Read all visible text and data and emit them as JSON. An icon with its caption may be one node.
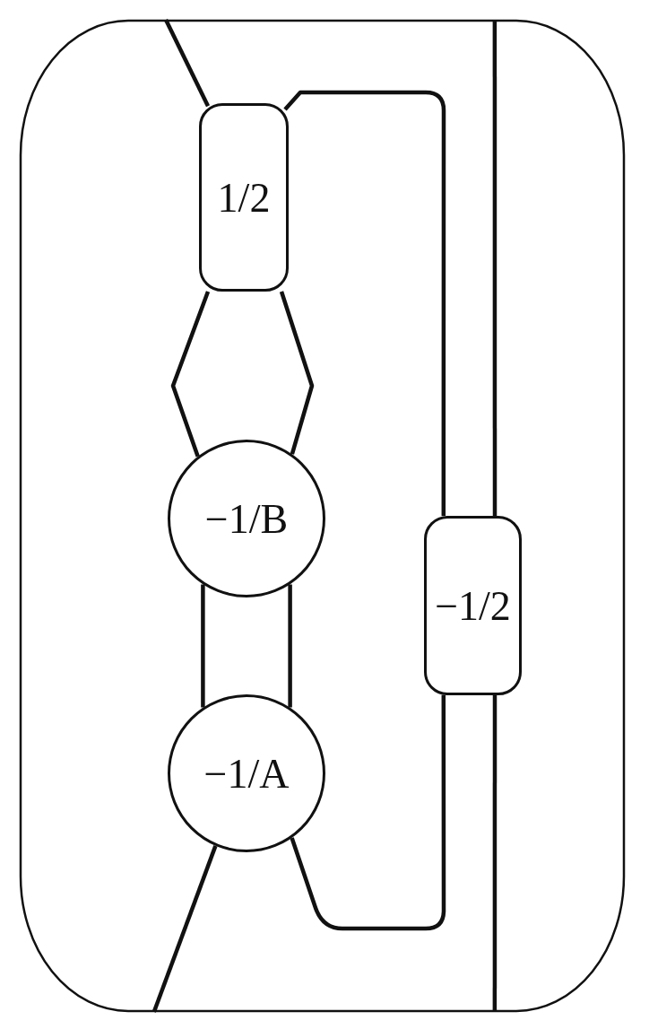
{
  "diagram": {
    "nodes": [
      {
        "text": [],
        "shape": "box"
      },
      {
        "text": [
          "1/2"
        ],
        "in": 0
      },
      {
        "text": [
          "−1/B"
        ],
        "in": 0
      },
      {
        "text": [
          "−1/A"
        ],
        "in": 0
      },
      {
        "text": [
          "−1/2"
        ],
        "in": 0
      }
    ],
    "edges": [
      {
        "from": 1,
        "to": 0,
        "arrow": "none"
      },
      {
        "from": 1,
        "to": 4,
        "arrow": "none"
      },
      {
        "from": 1,
        "to": 2,
        "arrow": "none"
      },
      {
        "from": 1,
        "to": 2,
        "arrow": "none"
      },
      {
        "from": 2,
        "to": 3,
        "arrow": "none"
      },
      {
        "from": 2,
        "to": 3,
        "arrow": "none"
      },
      {
        "from": 3,
        "to": 0,
        "arrow": "none"
      },
      {
        "from": 3,
        "to": 4,
        "arrow": "none"
      },
      {
        "from": 4,
        "to": 0,
        "arrow": "none"
      },
      {
        "from": 4,
        "to": 0,
        "arrow": "none"
      }
    ]
  }
}
